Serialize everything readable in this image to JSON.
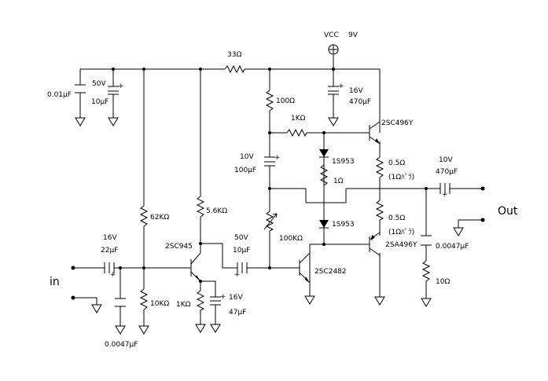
{
  "supply": {
    "vcc_label": "VCC",
    "voltage": "9V"
  },
  "io": {
    "input": "in",
    "output": "Out"
  },
  "resistors": {
    "r33": "33Ω",
    "r100": "100Ω",
    "r1k_top": "1KΩ",
    "r62k": "62KΩ",
    "r5k6": "5.6KΩ",
    "r10k": "10KΩ",
    "r1k_emitter": "1KΩ",
    "r100k": "100KΩ",
    "r1": "1Ω",
    "r10": "10Ω",
    "r05_top": "0.5Ω",
    "r05_top_note": "(1Ωﾊﾟﾗ)",
    "r05_bot": "0.5Ω",
    "r05_bot_note": "(1Ωﾊﾟﾗ)"
  },
  "capacitors": {
    "c001": "0.01μF",
    "c10u_v": "50V",
    "c10u": "10μF",
    "c470_v": "16V",
    "c470": "470μF",
    "c100u_v": "10V",
    "c100u": "100μF",
    "cin_v": "16V",
    "cin": "22μF",
    "cin_shunt": "0.0047μF",
    "cc_v": "50V",
    "cc": "10μF",
    "ce_v": "16V",
    "ce": "47μF",
    "cout_v": "10V",
    "cout": "470μF",
    "czobel": "0.0047μF"
  },
  "transistors": {
    "q1": "2SC945",
    "q2": "2SC2482",
    "q3": "2SC496Y",
    "q4": "2SA496Y"
  },
  "diodes": {
    "d1": "1S953",
    "d2": "1S953"
  }
}
